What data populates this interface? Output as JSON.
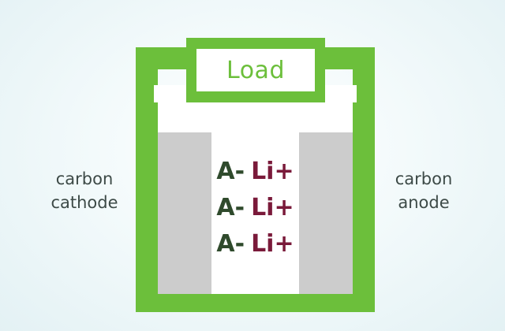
{
  "load": {
    "label": "Load"
  },
  "labels": {
    "cathode": [
      "carbon",
      "cathode"
    ],
    "anode": [
      "carbon",
      "anode"
    ]
  },
  "ions": [
    {
      "anion": "A-",
      "cation": "Li+"
    },
    {
      "anion": "A-",
      "cation": "Li+"
    },
    {
      "anion": "A-",
      "cation": "Li+"
    }
  ],
  "colors": {
    "circuit_green": "#6cbf3b",
    "electrode_gray": "#cccccc",
    "anion": "#2f4a2c",
    "cation": "#7a1a3a",
    "label_text": "#3d4a47"
  }
}
